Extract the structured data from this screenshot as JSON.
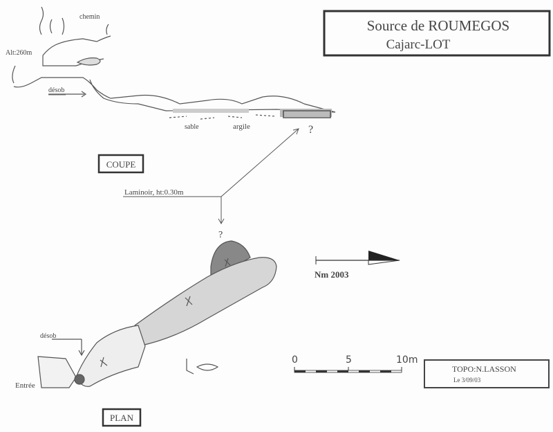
{
  "title": {
    "main": "Source de ROUMEGOS",
    "sub": "Cajarc-LOT"
  },
  "section": {
    "label": "COUPE",
    "altitude": "Alt:260m",
    "path_label": "chemin",
    "desob": "désob",
    "sand": "sable",
    "clay": "argile",
    "unknown": "?"
  },
  "plan": {
    "label": "PLAN",
    "desob": "désob",
    "entrance": "Entrée",
    "unknown": "?"
  },
  "laminoir": "Laminoir, ht:0.30m",
  "north": {
    "label": "Nm 2003"
  },
  "scale": {
    "ticks": [
      "0",
      "5",
      "10m"
    ]
  },
  "credits": {
    "author": "TOPO:N.LASSON",
    "date": "Le 3/09/03"
  }
}
